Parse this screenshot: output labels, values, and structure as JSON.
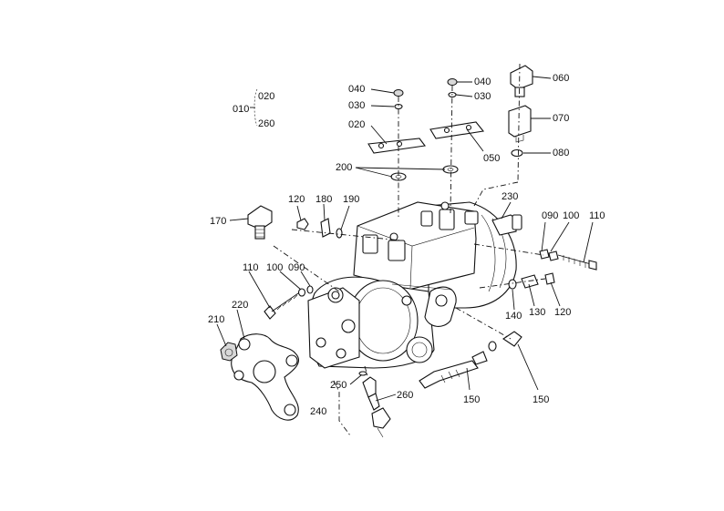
{
  "labels": {
    "p010": "010",
    "p020a": "020",
    "p020b": "020",
    "p260a": "260",
    "p260b": "260",
    "p030a": "030",
    "p030b": "030",
    "p040a": "040",
    "p040b": "040",
    "p050": "050",
    "p060": "060",
    "p070": "070",
    "p080": "080",
    "p090a": "090",
    "p090b": "090",
    "p100a": "100",
    "p100b": "100",
    "p110a": "110",
    "p110b": "110",
    "p120a": "120",
    "p120b": "120",
    "p130": "130",
    "p140": "140",
    "p150a": "150",
    "p150b": "150",
    "p170": "170",
    "p180": "180",
    "p190": "190",
    "p200": "200",
    "p210": "210",
    "p220": "220",
    "p230": "230",
    "p240": "240",
    "p250": "250"
  }
}
